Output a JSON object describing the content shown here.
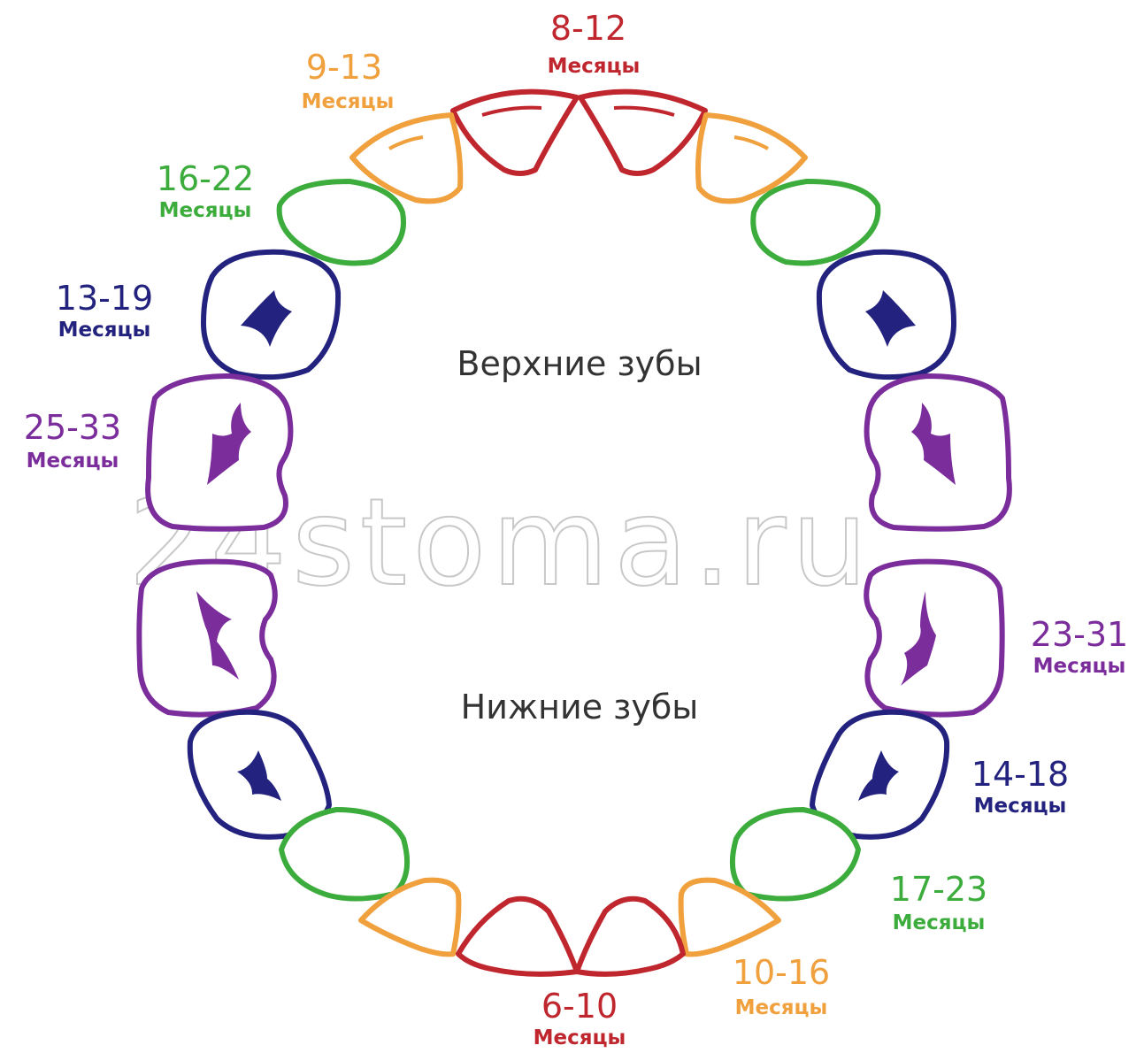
{
  "colors": {
    "central_incisor": "#c0262d",
    "lateral_incisor": "#f0a03c",
    "canine": "#3cac3c",
    "first_molar": "#23237f",
    "second_molar": "#7b2d9c",
    "section_text": "#333333",
    "watermark": "#c8c8c8"
  },
  "sections": {
    "upper": "Верхние зубы",
    "lower": "Нижние зубы"
  },
  "watermark": "24stoma.ru",
  "labels": {
    "upper_central": {
      "range": "8-12",
      "unit": "Месяцы"
    },
    "upper_lateral": {
      "range": "9-13",
      "unit": "Месяцы"
    },
    "upper_canine": {
      "range": "16-22",
      "unit": "Месяцы"
    },
    "upper_first_molar": {
      "range": "13-19",
      "unit": "Месяцы"
    },
    "upper_second_molar": {
      "range": "25-33",
      "unit": "Месяцы"
    },
    "lower_second_molar": {
      "range": "23-31",
      "unit": "Месяцы"
    },
    "lower_first_molar": {
      "range": "14-18",
      "unit": "Месяцы"
    },
    "lower_canine": {
      "range": "17-23",
      "unit": "Месяцы"
    },
    "lower_lateral": {
      "range": "10-16",
      "unit": "Месяцы"
    },
    "lower_central": {
      "range": "6-10",
      "unit": "Месяцы"
    }
  }
}
